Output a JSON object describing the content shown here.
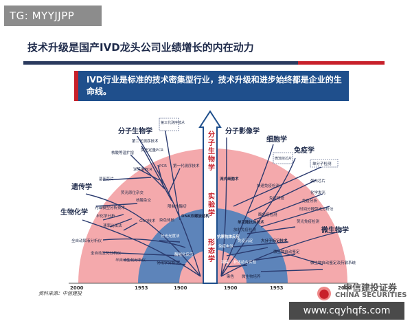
{
  "badge": {
    "text": "TG: MYYJJPP"
  },
  "title": "技术升级是国产IVD龙头公司业绩增长的内在动力",
  "banner": {
    "text": "IVD行业是标准的技术密集型行业，技术升级和进步始终都是企业的生命线。"
  },
  "axis": {
    "left_outer": "2000",
    "left_mid": "1953",
    "left_inner": "1900",
    "right_inner": "1900",
    "right_mid": "1953",
    "right_outer": "2000"
  },
  "center_arrow": {
    "top": "分子生物学",
    "middle": "实验学",
    "bottom": "形态学"
  },
  "branches": {
    "molecular_biology": "分子生物学",
    "genetics": "遗传学",
    "biochemistry": "生物化学",
    "molecular_imaging": "分子影像学",
    "cytology": "细胞学",
    "immunology": "免疫学",
    "microbiology": "微生物学"
  },
  "left_labels": {
    "third_gen": "第三代测序技术",
    "second_gen": "第二代测序技术",
    "isothermal": "核酸等温扩增",
    "qpcr": "荧光定量PCR",
    "reverse_pcr": "逆转录PCR",
    "pcr": "PCR",
    "first_gen": "第一代测序技术",
    "gene_chip": "基因芯片",
    "fish": "荧光原位杂交",
    "karyotype": "核酸杂交",
    "rflp": "限制性酶切",
    "spectro": "光谱模型分析技术",
    "semi_auto": "半化学分析",
    "rate": "速率比法法",
    "grq": "GRQ技术",
    "staining": "染色体核",
    "dna_double": "DNA双螺旋结构",
    "full_auto": "全自动尿液分析仪",
    "auto_bio": "全自动生化分析仪",
    "semi_bio": "半自动生化分析仪",
    "spectrophotometry": "分光光度法",
    "enzyme": "酶催化反应",
    "chem_analyzer": "化化学分析仪"
  },
  "right_labels": {
    "flow": "流式细胞术",
    "chip": "微流控芯片",
    "single_molecule": "单分子检测",
    "protein_chip": "蛋白芯片",
    "fast_immuno": "快速免疫检测",
    "immuno_print": "免疫印迹",
    "chemilum": "化学发光",
    "immuno_analysis": "免疫分析",
    "tof": "时间分辨荧光分析法",
    "elisa": "酶免疫检测",
    "single_abs": "单克隆抗体技术",
    "fluor_immuno": "荧光免疫检测",
    "radio": "放射免疫检测",
    "antigen": "抗原抗体反应",
    "immuno_elec": "免疫电泳",
    "immuno_diff": "免疫沉淀",
    "complement": "补体结合实验",
    "agglut": "凝集",
    "macromol": "大分子标记技术",
    "micro_id": "微生物自动鉴定",
    "micro_auto": "微生物自动鉴定及药敏系统",
    "stain": "染色",
    "culture": "微生物培养"
  },
  "footer": {
    "source": "资料来源：中信建投",
    "logo_main": "中信建投证券",
    "logo_sub": "CHINA SECURITIES"
  },
  "watermark": "www.cqyhqfs.com",
  "colors": {
    "outer_ring": "#f2a3a6",
    "inner_ring": "#5b82b8",
    "core": "#f2a3a6",
    "branch": "#2a3a6e",
    "banner": "#1f4f8c",
    "accent": "#c8202a"
  }
}
